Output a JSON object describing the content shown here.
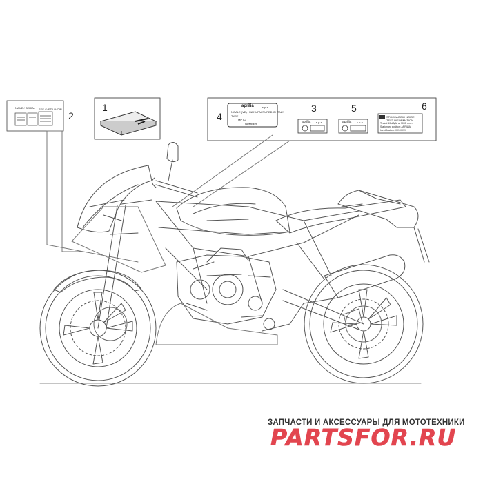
{
  "callouts": {
    "c1": "1",
    "c2": "2",
    "c3": "3",
    "c4": "4",
    "c5": "5",
    "c6": "6"
  },
  "decal4": {
    "brand": "aprilia",
    "company": "s.p.a.",
    "line1": "NOALE (VE) - MANUFACTURED IN ITALY",
    "line2": "TYPE",
    "line3": "MPTO",
    "line4": "NUMBER"
  },
  "decal3": {
    "brand": "aprilia",
    "company": "s.p.a."
  },
  "decal5": {
    "brand": "aprilia",
    "company": "s.p.a."
  },
  "decal6": {
    "line1": "STOCCAGGIO NOISE",
    "line2": "TEST INFORMATION",
    "line3": "Tested 50 dB(A) at 3000 r/min",
    "line4": "Stationary position: APRILIA",
    "line5": "Identification: XXXXXXX"
  },
  "decal2": {
    "line1": "NAME / SERIAL",
    "line2": "SEE / VEDI / VOIR"
  },
  "watermark": {
    "tagline": "ЗАПЧАСТИ И АКСЕССУАРЫ ДЛЯ МОТОТЕХНИКИ",
    "brand": "PARTSFOR.RU",
    "brand_color": "#e2454f"
  }
}
